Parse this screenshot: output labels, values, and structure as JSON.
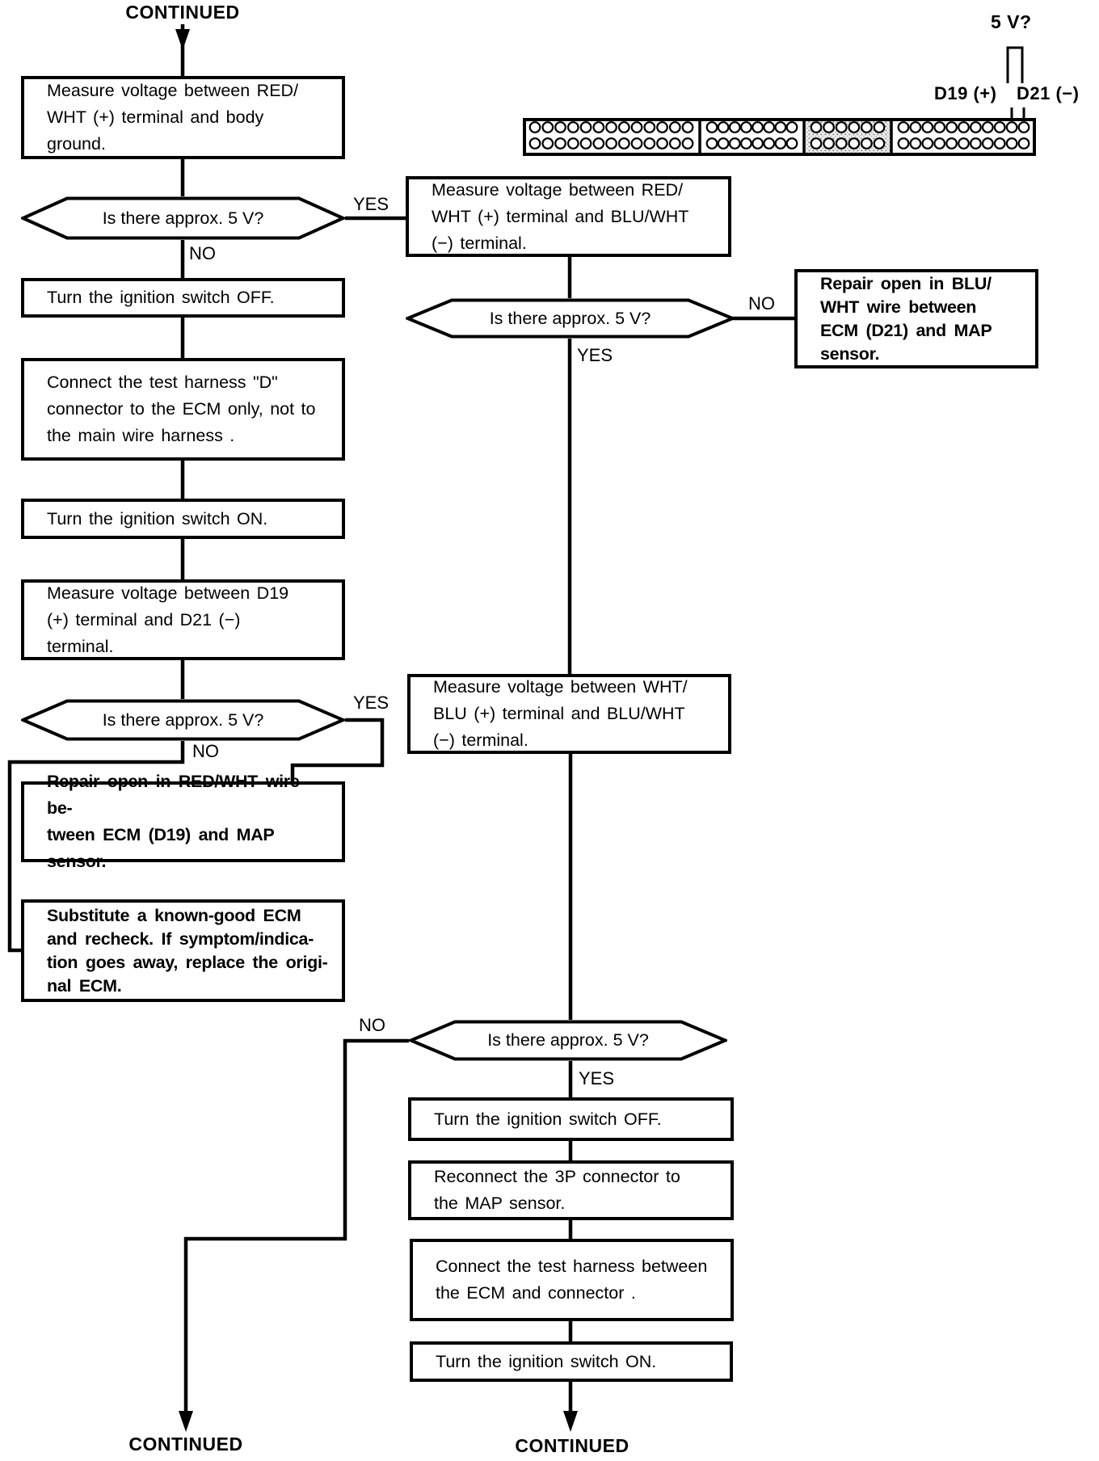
{
  "page": {
    "background": "#ffffff",
    "ink": "#000000"
  },
  "labels": {
    "continued_top": "CONTINUED",
    "continued_bottom_left": "CONTINUED",
    "continued_bottom_right": "CONTINUED",
    "yes": "YES",
    "no": "NO",
    "decision_question": "Is there approx. 5 V?"
  },
  "connector": {
    "probe_label": "5 V?",
    "pin_labels": {
      "d19": "D19 (+)",
      "d21": "D21 (−)"
    },
    "rows": 2,
    "sections": [
      {
        "pins_per_row": 13,
        "shaded": false
      },
      {
        "pins_per_row": 8,
        "shaded": false
      },
      {
        "pins_per_row": 6,
        "shaded": true
      },
      {
        "pins_per_row": 11,
        "shaded": false
      }
    ]
  },
  "nodes": {
    "p1": "Measure voltage between RED/\nWHT (+) terminal and body\nground.",
    "p2": "Turn the ignition switch OFF.",
    "p3": "Connect the test harness \"D\"\nconnector to the ECM only, not to\nthe main wire harness .",
    "p4": "Turn the ignition switch ON.",
    "p5": "Measure voltage between D19\n(+) terminal and D21 (−)\nterminal.",
    "a1": "Repair open in RED/WHT wire be-\ntween ECM (D19) and MAP\nsensor.",
    "a2": "Substitute a known-good ECM\nand recheck. If symptom/indica-\ntion goes away, replace the origi-\nnal ECM.",
    "r1": "Measure voltage between RED/\nWHT (+) terminal and BLU/WHT\n(−) terminal.",
    "a3": "Repair open in BLU/\nWHT wire between\nECM (D21) and MAP\nsensor.",
    "r2": "Measure voltage between WHT/\nBLU (+) terminal and BLU/WHT\n(−) terminal.",
    "r3": "Turn the ignition switch OFF.",
    "r4": "Reconnect the 3P connector to\nthe MAP sensor.",
    "r5": "Connect the test harness between\nthe ECM and connector .",
    "r6": "Turn the ignition switch ON."
  }
}
